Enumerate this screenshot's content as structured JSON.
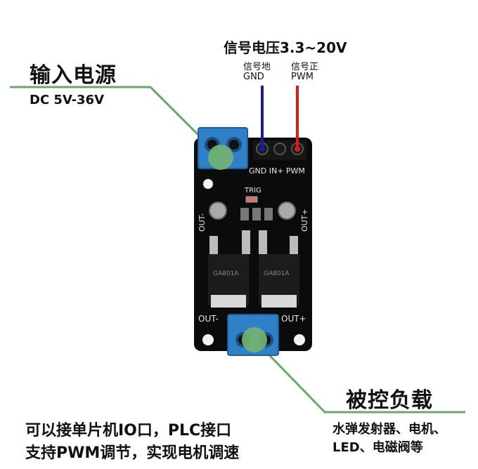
{
  "input_power": {
    "title": "输入电源",
    "spec": "DC 5V-36V"
  },
  "signal": {
    "title": "信号电压3.3~20V",
    "gnd_cn": "信号地",
    "gnd_en": "GND",
    "pwm_cn": "信号正",
    "pwm_en": "PWM"
  },
  "board_labels": {
    "header": "GND IN+ PWM",
    "trig": "TRIG",
    "out_minus_side": "OUT-",
    "out_plus_side": "OUT+",
    "out_minus_bottom": "OUT-",
    "out_plus_bottom": "OUT+",
    "chip_text": "GA801A"
  },
  "load": {
    "title": "被控负载",
    "line1": "水弹发射器、电机、",
    "line2": "LED、电磁阀等"
  },
  "bottom_note": {
    "line1": "可以接单片机IO口，PLC接口",
    "line2": "支持PWM调节，实现电机调速"
  },
  "colors": {
    "pcb": "#0b0b0b",
    "terminal": "#2f80c9",
    "callout_line": "#6aa76a",
    "callout_dot": "#73b273",
    "gnd_wire": "#1a1aa8",
    "pwm_wire": "#e01818"
  }
}
